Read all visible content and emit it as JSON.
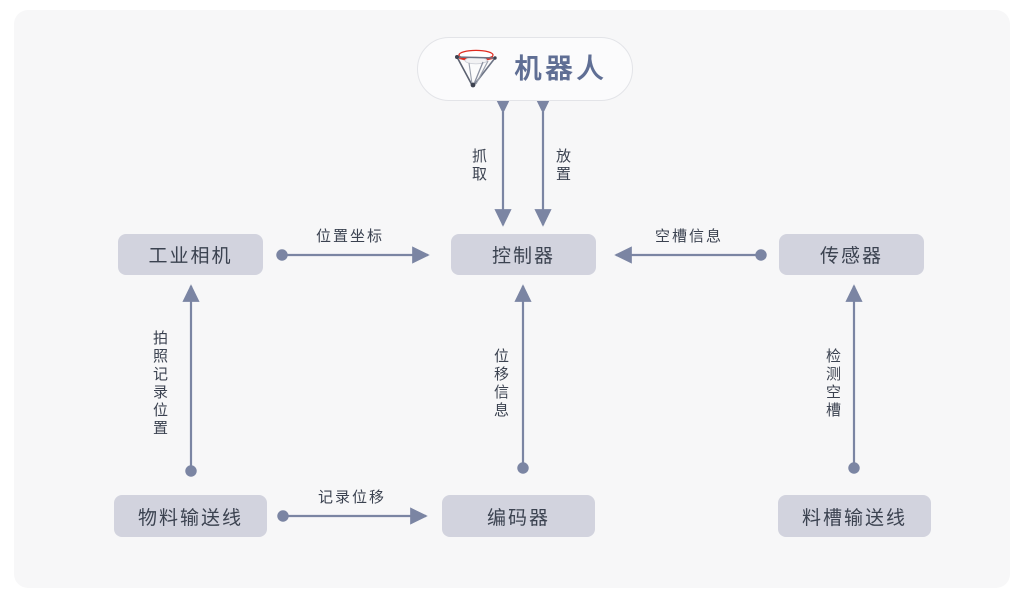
{
  "diagram": {
    "title_node": {
      "label": "机器人",
      "icon": "delta-robot-icon"
    },
    "nodes": [
      {
        "id": "camera",
        "label": "工业相机"
      },
      {
        "id": "controller",
        "label": "控制器"
      },
      {
        "id": "sensor",
        "label": "传感器"
      },
      {
        "id": "material",
        "label": "物料输送线"
      },
      {
        "id": "encoder",
        "label": "编码器"
      },
      {
        "id": "trough",
        "label": "料槽输送线"
      }
    ],
    "edges": [
      {
        "id": "camera-to-controller",
        "label": "位置坐标",
        "direction": "right",
        "orientation": "horizontal"
      },
      {
        "id": "sensor-to-controller",
        "label": "空槽信息",
        "direction": "left",
        "orientation": "horizontal"
      },
      {
        "id": "material-to-encoder",
        "label": "记录位移",
        "direction": "right",
        "orientation": "horizontal"
      },
      {
        "id": "controller-robot-grab",
        "label": "抓取",
        "direction": "both",
        "orientation": "vertical"
      },
      {
        "id": "controller-robot-place",
        "label": "放置",
        "direction": "both",
        "orientation": "vertical"
      },
      {
        "id": "material-to-camera",
        "label": "拍照记录位置",
        "direction": "up",
        "orientation": "vertical"
      },
      {
        "id": "encoder-to-controller",
        "label": "位移信息",
        "direction": "up",
        "orientation": "vertical"
      },
      {
        "id": "trough-to-sensor",
        "label": "检测空槽",
        "direction": "up",
        "orientation": "vertical"
      }
    ],
    "colors": {
      "page_background": "#ffffff",
      "card_background": "#f7f7f8",
      "node_fill": "#d2d3de",
      "node_text": "#3b4250",
      "title_text": "#5f6e94",
      "connector": "#7b85a3",
      "robot_icon_accent": "#e02b20",
      "robot_icon_arm": "#6d7485"
    }
  }
}
